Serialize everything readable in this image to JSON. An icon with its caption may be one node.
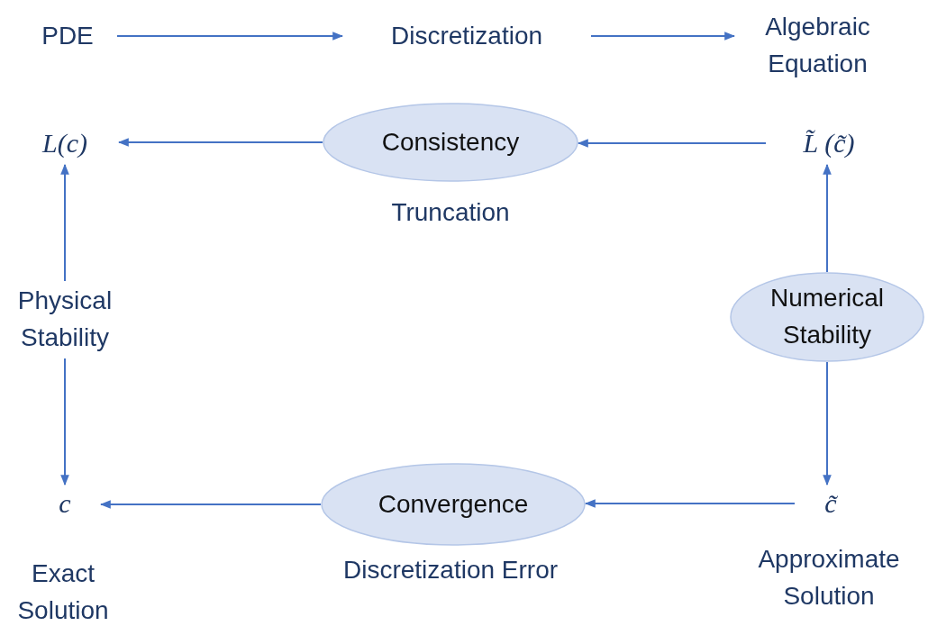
{
  "diagram": {
    "nodes": [
      {
        "text": [
          "PDE"
        ]
      },
      {
        "text": [
          "Discretization"
        ]
      },
      {
        "text": [
          "Algebraic Equation"
        ]
      },
      {
        "text": [
          "L(c)"
        ]
      },
      {
        "text": [
          "Consistency"
        ],
        "beside": [
          "Truncation"
        ]
      },
      {
        "text": [
          "L̃ (c̃)"
        ]
      },
      {
        "text": [
          "Physical Stability"
        ]
      },
      {
        "text": [
          "Numerical Stability"
        ]
      },
      {
        "text": [
          "c"
        ],
        "beside": [
          "Exact Solution"
        ]
      },
      {
        "text": [
          "Convergence"
        ],
        "beside": [
          "Discretization Error"
        ]
      },
      {
        "text": [
          "c̃"
        ],
        "beside": [
          "Approximate Solution"
        ]
      }
    ],
    "edges": [
      {
        "from": 0,
        "to": 1,
        "arrow": "to"
      },
      {
        "from": 1,
        "to": 2,
        "arrow": "to"
      },
      {
        "from": 4,
        "to": 3,
        "arrow": "to"
      },
      {
        "from": 5,
        "to": 4,
        "arrow": "to"
      },
      {
        "from": 6,
        "to": 3,
        "arrow": "to"
      },
      {
        "from": 6,
        "to": 8,
        "arrow": "to"
      },
      {
        "from": 7,
        "to": 5,
        "arrow": "to"
      },
      {
        "from": 7,
        "to": 10,
        "arrow": "to"
      },
      {
        "from": 9,
        "to": 8,
        "arrow": "to"
      },
      {
        "from": 10,
        "to": 9,
        "arrow": "to"
      }
    ]
  }
}
